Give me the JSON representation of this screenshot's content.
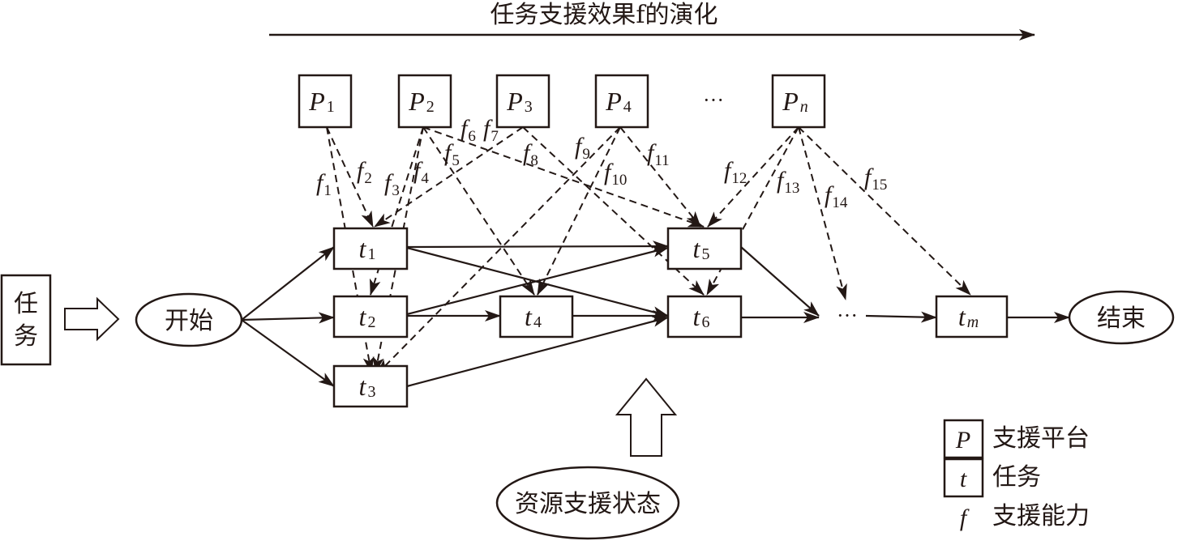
{
  "title": "任务支援效果f的演化",
  "task_input": {
    "label": "任务"
  },
  "start": {
    "label": "开始"
  },
  "end": {
    "label": "结束"
  },
  "resource": {
    "label": "资源支援状态"
  },
  "ellipsis": "···",
  "platforms": [
    {
      "id": "P1",
      "symbol": "P",
      "sub": "1"
    },
    {
      "id": "P2",
      "symbol": "P",
      "sub": "2"
    },
    {
      "id": "P3",
      "symbol": "P",
      "sub": "3"
    },
    {
      "id": "P4",
      "symbol": "P",
      "sub": "4"
    },
    {
      "id": "Pn",
      "symbol": "P",
      "sub": "n"
    }
  ],
  "tasks": [
    {
      "id": "t1",
      "symbol": "t",
      "sub": "1"
    },
    {
      "id": "t2",
      "symbol": "t",
      "sub": "2"
    },
    {
      "id": "t3",
      "symbol": "t",
      "sub": "3"
    },
    {
      "id": "t4",
      "symbol": "t",
      "sub": "4"
    },
    {
      "id": "t5",
      "symbol": "t",
      "sub": "5"
    },
    {
      "id": "t6",
      "symbol": "t",
      "sub": "6"
    },
    {
      "id": "tm",
      "symbol": "t",
      "sub": "m"
    }
  ],
  "flow_edges": [
    [
      "start",
      "t1"
    ],
    [
      "start",
      "t2"
    ],
    [
      "start",
      "t3"
    ],
    [
      "t1",
      "t5"
    ],
    [
      "t1",
      "t6"
    ],
    [
      "t2",
      "t4"
    ],
    [
      "t2",
      "t5"
    ],
    [
      "t3",
      "t6"
    ],
    [
      "t4",
      "t6"
    ],
    [
      "t5",
      "dots"
    ],
    [
      "t6",
      "dots"
    ],
    [
      "dots",
      "tm"
    ],
    [
      "tm",
      "end"
    ]
  ],
  "support_edges": [
    {
      "label": "f",
      "sub": "1",
      "from": "P1",
      "to": "t3"
    },
    {
      "label": "f",
      "sub": "2",
      "from": "P1",
      "to": "t1"
    },
    {
      "label": "f",
      "sub": "3",
      "from": "P2",
      "to": "t2"
    },
    {
      "label": "f",
      "sub": "4",
      "from": "P2",
      "to": "t3"
    },
    {
      "label": "f",
      "sub": "5",
      "from": "P2",
      "to": "t4"
    },
    {
      "label": "f",
      "sub": "6",
      "from": "P2",
      "to": "t5"
    },
    {
      "label": "f",
      "sub": "7",
      "from": "P3",
      "to": "t1"
    },
    {
      "label": "f",
      "sub": "8",
      "from": "P3",
      "to": "t6"
    },
    {
      "label": "f",
      "sub": "9",
      "from": "P4",
      "to": "t3"
    },
    {
      "label": "f",
      "sub": "10",
      "from": "P4",
      "to": "t4"
    },
    {
      "label": "f",
      "sub": "11",
      "from": "P4",
      "to": "t5"
    },
    {
      "label": "f",
      "sub": "12",
      "from": "Pn",
      "to": "t5"
    },
    {
      "label": "f",
      "sub": "13",
      "from": "Pn",
      "to": "t6"
    },
    {
      "label": "f",
      "sub": "14",
      "from": "Pn",
      "to": "dots"
    },
    {
      "label": "f",
      "sub": "15",
      "from": "Pn",
      "to": "tm"
    }
  ],
  "legend": [
    {
      "symbol": "P",
      "boxed": true,
      "text": "支援平台"
    },
    {
      "symbol": "t",
      "boxed": true,
      "text": "任务"
    },
    {
      "symbol": "f",
      "boxed": false,
      "text": "支援能力"
    }
  ]
}
